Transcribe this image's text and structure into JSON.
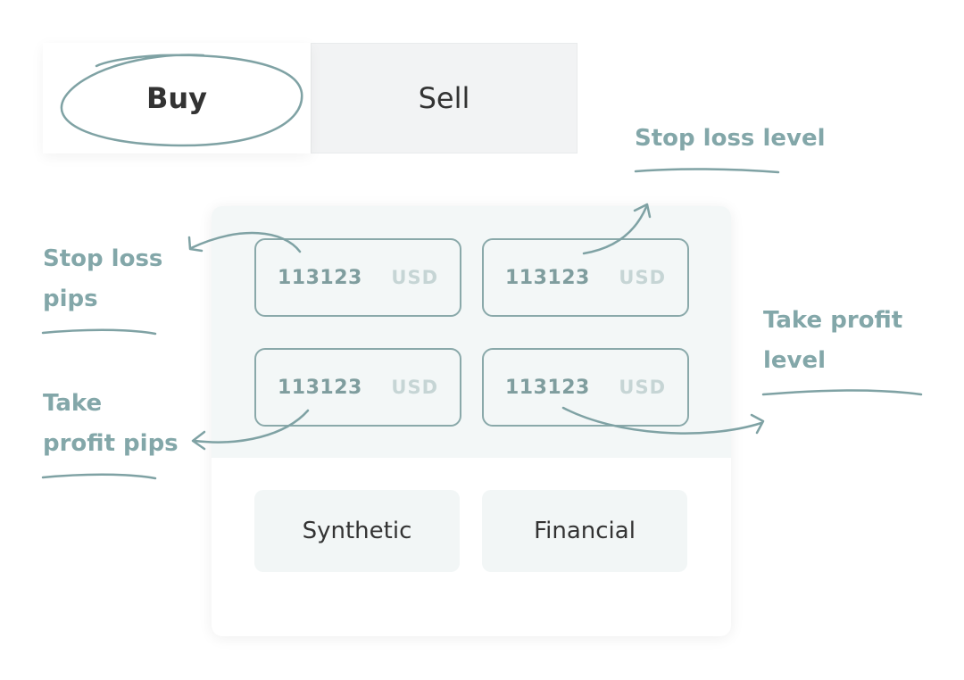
{
  "tabs": {
    "buy_label": "Buy",
    "sell_label": "Sell",
    "selected": "Buy"
  },
  "fields": [
    {
      "value": "113123",
      "unit": "USD"
    },
    {
      "value": "113123",
      "unit": "USD"
    },
    {
      "value": "113123",
      "unit": "USD"
    },
    {
      "value": "113123",
      "unit": "USD"
    }
  ],
  "segments": {
    "synthetic_label": "Synthetic",
    "financial_label": "Financial"
  },
  "annotations": {
    "stop_loss_level": "Stop loss level",
    "stop_loss_pips_line1": "Stop loss",
    "stop_loss_pips_line2": "pips",
    "take_profit_level_line1": "Take profit",
    "take_profit_level_line2": "level",
    "take_profit_pips_line1": "Take",
    "take_profit_pips_line2": "profit pips"
  },
  "colors": {
    "accent": "#83a7a9",
    "field_border": "#8aa9aa",
    "panel_bg": "#f3f7f7"
  }
}
